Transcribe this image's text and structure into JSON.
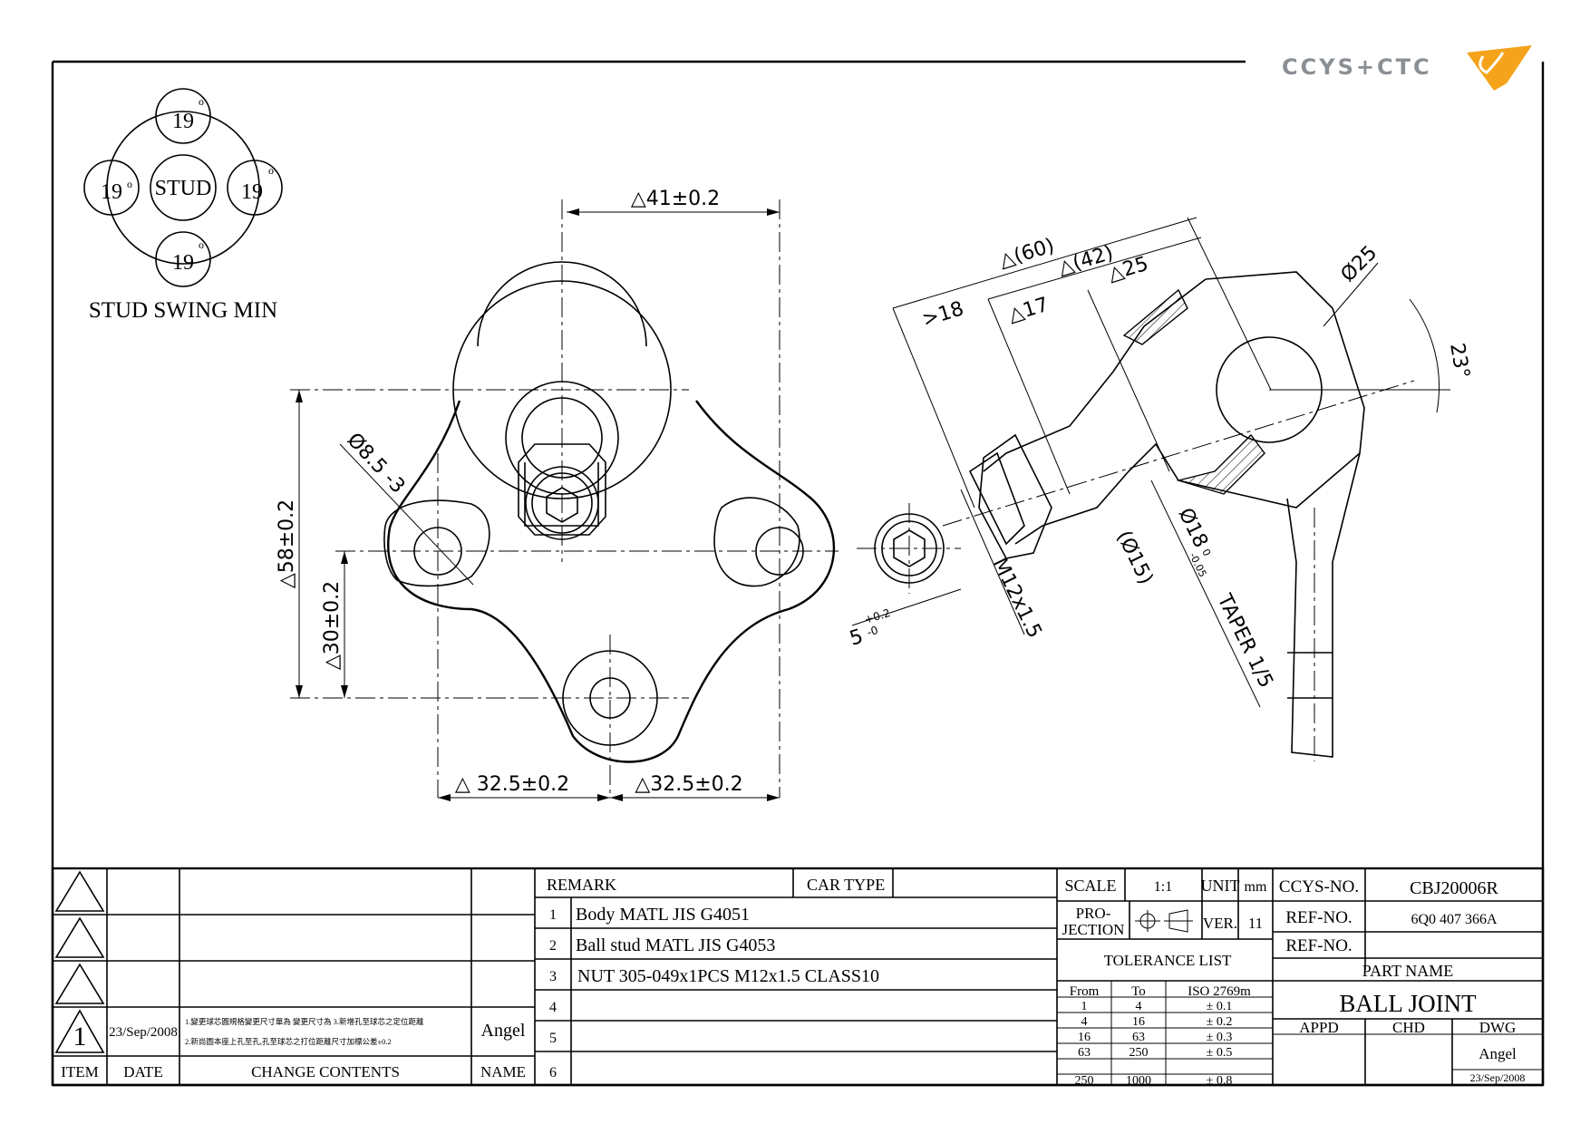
{
  "brand": {
    "logo_text": "CCYS+CTC",
    "accent_color": "#f5a31a",
    "logo_color": "#8a8f94"
  },
  "swing_diagram": {
    "center_label": "STUD",
    "angles": [
      "19",
      "19",
      "19",
      "19"
    ],
    "degree_mark": "o",
    "caption": "STUD SWING MIN"
  },
  "front_view_dims": {
    "width_top": "△41±0.2",
    "height_total": "△58±0.2",
    "height_lower": "△30±0.2",
    "hole_dia": "Ø8.5 -3",
    "bottom_left": "△ 32.5±0.2",
    "bottom_right": "△32.5±0.2"
  },
  "side_view_dims": {
    "len_60": "△(60)",
    "len_42": "△(42)",
    "len_25": "△25",
    "len_18": ">18",
    "len_17": "△17",
    "ball_dia": "Ø25",
    "angle": "23°",
    "thread": "M12x1.5",
    "hex": "5",
    "hex_tol_upper": "+0.2",
    "hex_tol_lower": "-0",
    "dia_15": "(Ø15)",
    "taper_dia": "Ø18",
    "taper_tol_upper": "0",
    "taper_tol_lower": "-0.05",
    "taper_text": "TAPER 1/5"
  },
  "revision_table": {
    "rows": [
      {
        "item": "",
        "date": "",
        "contents": "",
        "name": ""
      },
      {
        "item": "",
        "date": "",
        "contents": "",
        "name": ""
      },
      {
        "item": "",
        "date": "",
        "contents": "",
        "name": ""
      },
      {
        "item": "1",
        "date": "23/Sep/2008",
        "contents_line1": "1.變更球芯圓規格變更尺寸單為 變更尺寸為 3.新增孔至球芯之定位距離",
        "contents_line2": "2.新尚圖本座上孔至孔,孔至球芯之打位距離尺寸加標公差±0.2",
        "name": "Angel"
      }
    ],
    "headers": {
      "item": "ITEM",
      "date": "DATE",
      "contents": "CHANGE CONTENTS",
      "name": "NAME"
    }
  },
  "remarks": {
    "header": "REMARK",
    "car_type_label": "CAR TYPE",
    "car_type_value": "",
    "items": [
      {
        "no": "1",
        "text": "Body MATL JIS G4051"
      },
      {
        "no": "2",
        "text": "Ball stud MATL JIS G4053"
      },
      {
        "no": "3",
        "text": "NUT 305-049x1PCS M12x1.5 CLASS10"
      },
      {
        "no": "4",
        "text": ""
      },
      {
        "no": "5",
        "text": ""
      },
      {
        "no": "6",
        "text": ""
      }
    ]
  },
  "scale_block": {
    "scale_label": "SCALE",
    "scale_value": "1:1",
    "unit_label": "UNIT",
    "unit_value": "mm",
    "projection_label_1": "PRO-",
    "projection_label_2": "JECTION",
    "ver_label": "VER.",
    "ver_value": "11",
    "tolerance_title": "TOLERANCE LIST",
    "tolerance_headers": [
      "From",
      "To",
      "ISO 2769m"
    ],
    "tolerance_rows": [
      [
        "1",
        "4",
        "± 0.1"
      ],
      [
        "4",
        "16",
        "± 0.2"
      ],
      [
        "16",
        "63",
        "± 0.3"
      ],
      [
        "63",
        "250",
        "± 0.5"
      ],
      [
        "250",
        "1000",
        "± 0.8"
      ]
    ]
  },
  "title_block": {
    "ccys_no_label": "CCYS-NO.",
    "ccys_no_value": "CBJ20006R",
    "ref_no_label": "REF-NO.",
    "ref_no_value": "6Q0 407 366A",
    "ref_no_label_2": "REF-NO.",
    "ref_no_value_2": "",
    "part_name_label": "PART NAME",
    "part_name_value": "BALL JOINT",
    "appd_label": "APPD",
    "chd_label": "CHD",
    "dwg_label": "DWG",
    "dwg_name": "Angel",
    "dwg_date": "23/Sep/2008"
  }
}
